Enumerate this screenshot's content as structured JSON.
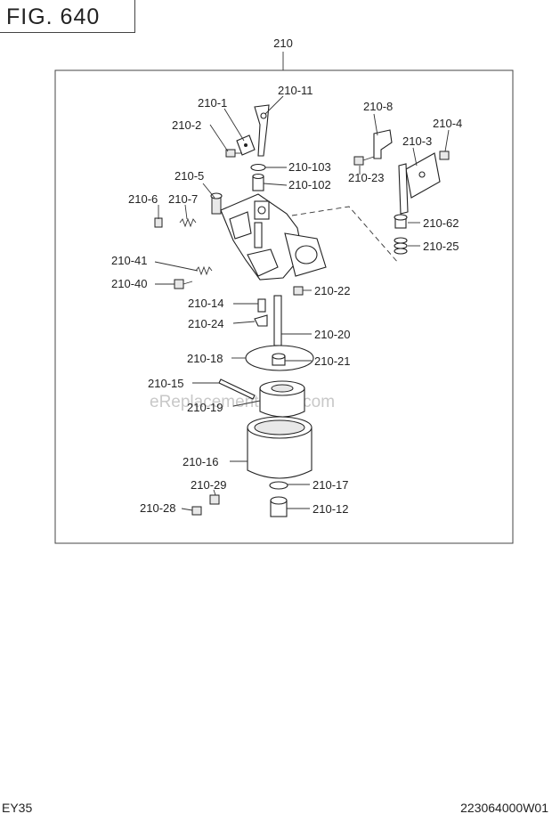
{
  "figure": {
    "title": "FIG. 640"
  },
  "assembly_label": "210",
  "watermark": "eReplacementParts.com",
  "footer": {
    "model": "EY35",
    "code": "223064000W01"
  },
  "labels": {
    "p210_1": "210-1",
    "p210_11": "210-11",
    "p210_2": "210-2",
    "p210_103": "210-103",
    "p210_102": "210-102",
    "p210_8": "210-8",
    "p210_4": "210-4",
    "p210_3": "210-3",
    "p210_23": "210-23",
    "p210_5": "210-5",
    "p210_6": "210-6",
    "p210_7": "210-7",
    "p210_62": "210-62",
    "p210_25": "210-25",
    "p210_41": "210-41",
    "p210_40": "210-40",
    "p210_22": "210-22",
    "p210_14": "210-14",
    "p210_24": "210-24",
    "p210_20": "210-20",
    "p210_18": "210-18",
    "p210_21": "210-21",
    "p210_15": "210-15",
    "p210_19": "210-19",
    "p210_16": "210-16",
    "p210_29": "210-29",
    "p210_17": "210-17",
    "p210_28": "210-28",
    "p210_12": "210-12"
  }
}
